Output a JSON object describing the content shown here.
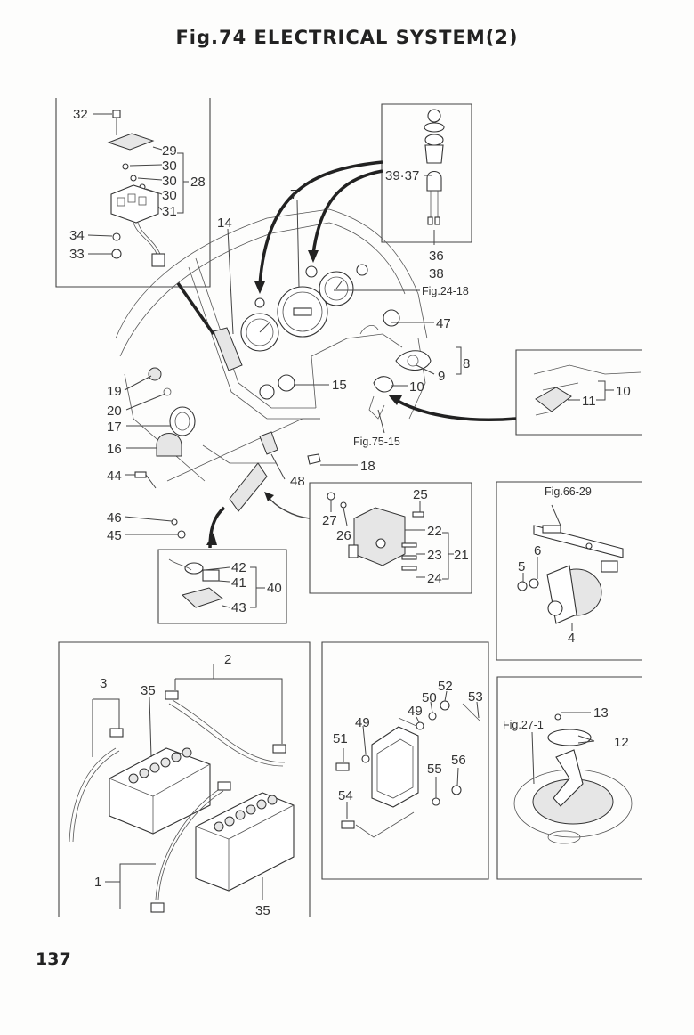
{
  "title": "Fig.74  ELECTRICAL SYSTEM(2)",
  "page_number": "137",
  "refs": {
    "fig24_18": "Fig.24-18",
    "fig75_15": "Fig.75-15",
    "fig66_29": "Fig.66-29",
    "fig27_1": "Fig.27-1"
  },
  "callouts": {
    "n1": "1",
    "n2": "2",
    "n3": "3",
    "n4": "4",
    "n5": "5",
    "n6": "6",
    "n7": "7",
    "n8": "8",
    "n9": "9",
    "n10": "10",
    "n10b": "10",
    "n11": "11",
    "n12": "12",
    "n13": "13",
    "n14": "14",
    "n15": "15",
    "n16": "16",
    "n17": "17",
    "n18": "18",
    "n19": "19",
    "n20": "20",
    "n21": "21",
    "n22": "22",
    "n23": "23",
    "n24": "24",
    "n25": "25",
    "n26": "26",
    "n27": "27",
    "n28": "28",
    "n29": "29",
    "n30a": "30",
    "n30b": "30",
    "n30c": "30",
    "n31": "31",
    "n32": "32",
    "n33": "33",
    "n34": "34",
    "n35a": "35",
    "n35b": "35",
    "n36": "36",
    "n38": "38",
    "n3937": "39·37",
    "n40": "40",
    "n41": "41",
    "n42": "42",
    "n43": "43",
    "n44": "44",
    "n45": "45",
    "n46": "46",
    "n47": "47",
    "n48": "48",
    "n49a": "49",
    "n49b": "49",
    "n50": "50",
    "n51": "51",
    "n52": "52",
    "n53": "53",
    "n54": "54",
    "n55": "55",
    "n56": "56"
  }
}
